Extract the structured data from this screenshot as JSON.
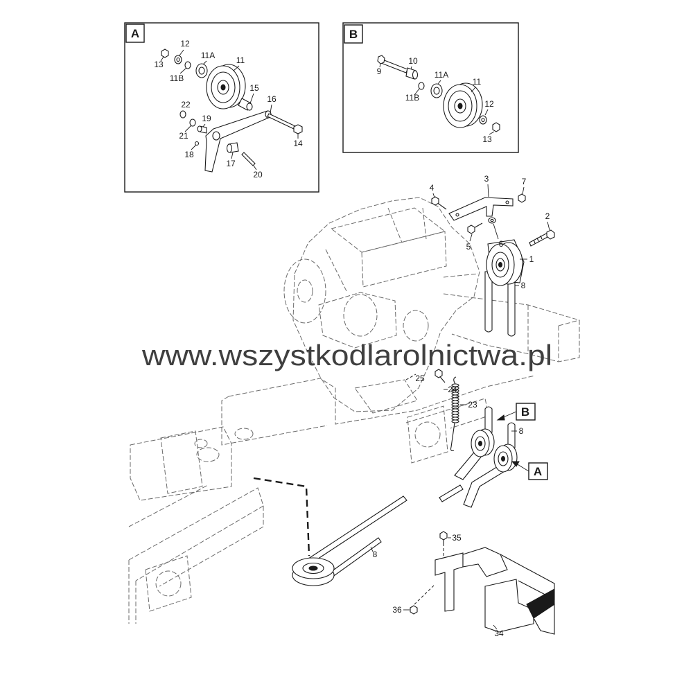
{
  "inset_a": {
    "label": "A",
    "callouts": [
      "12",
      "13",
      "11B",
      "11A",
      "11",
      "15",
      "16",
      "22",
      "19",
      "21",
      "14",
      "18",
      "17",
      "20"
    ]
  },
  "inset_b": {
    "label": "B",
    "callouts": [
      "9",
      "10",
      "11A",
      "11",
      "11B",
      "12",
      "13"
    ]
  },
  "main": {
    "callouts": [
      "4",
      "3",
      "7",
      "2",
      "6",
      "5",
      "1",
      "8",
      "25",
      "24",
      "23",
      "8",
      "8",
      "35",
      "36",
      "34"
    ],
    "reference_b": "B",
    "reference_a": "A"
  },
  "watermark": "www.wszystkodlarolnictwa.pl",
  "colors": {
    "line": "#1a1a1a",
    "ghost": "#6a6a6a",
    "watermark": "#3f3f3f"
  }
}
